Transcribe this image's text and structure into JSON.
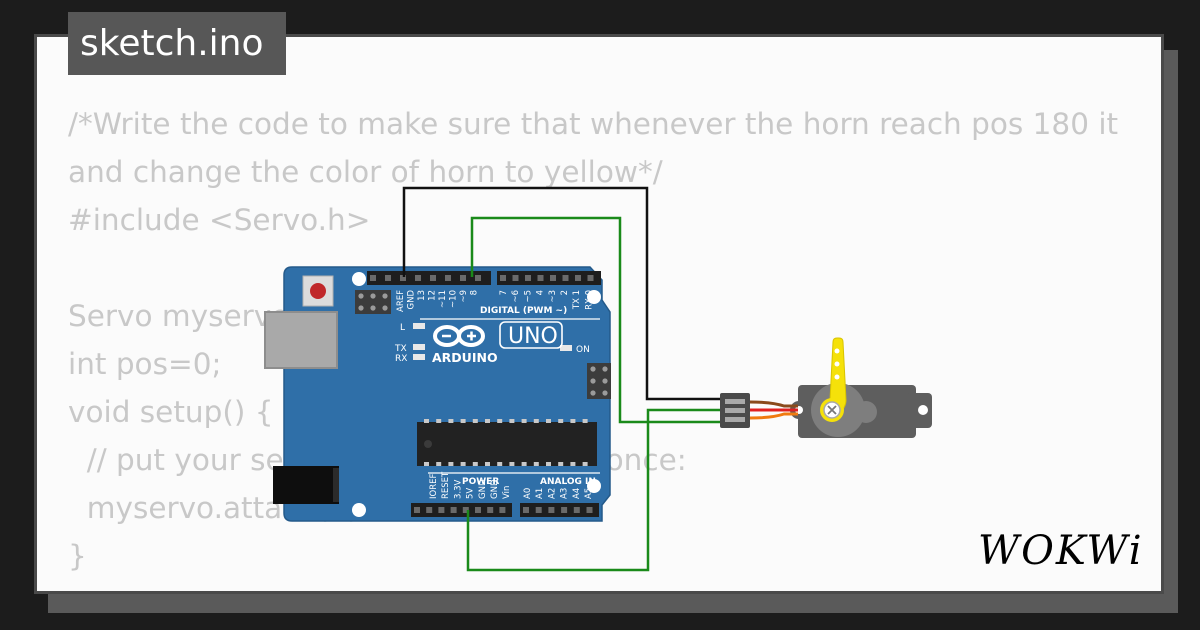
{
  "editor": {
    "file_tab": "sketch.ino",
    "code_lines": [
      "/*Write the code to make sure that whenever the horn reach pos 180 it",
      "and change the color of horn to yellow*/",
      "#include <Servo.h>",
      "",
      "Servo myservo;",
      "int pos=0;",
      "void setup() {",
      "  // put your setup code here, to run once:",
      "  myservo.attach(9);",
      "}"
    ]
  },
  "board": {
    "model_label": "UNO",
    "brand_label": "ARDUINO",
    "digital_header_label": "DIGITAL (PWM ~)",
    "power_header_label": "POWER",
    "analog_header_label": "ANALOG IN",
    "on_led_label": "ON",
    "l_led_label": "L",
    "tx_led_label": "TX",
    "rx_led_label": "RX",
    "digital_pins_left": [
      "AREF",
      "GND",
      "13",
      "12",
      "~11",
      "~10",
      "~9",
      "8"
    ],
    "digital_pins_right": [
      "7",
      "~6",
      "~5",
      "4",
      "~3",
      "2",
      "TX 1",
      "RX 0"
    ],
    "power_pins": [
      "IOREF",
      "RESET",
      "3.3V",
      "5V",
      "GND",
      "GND",
      "Vin"
    ],
    "analog_pins": [
      "A0",
      "A1",
      "A2",
      "A3",
      "A4",
      "A5"
    ],
    "colors": {
      "pcb": "#2f6fa8",
      "header": "#1e1e1e",
      "reset_button": "#c0282a"
    }
  },
  "servo": {
    "horn_color": "#f5e10a",
    "body_color": "#5e5e5e",
    "wire_colors": [
      "#8a4a1c",
      "#e02020",
      "#f07a10"
    ]
  },
  "wires": {
    "gnd_color": "#111111",
    "signal_color": "#1a8a1a",
    "power_color": "#1a8a1a"
  },
  "branding": {
    "logo_text": "WOKWi"
  }
}
